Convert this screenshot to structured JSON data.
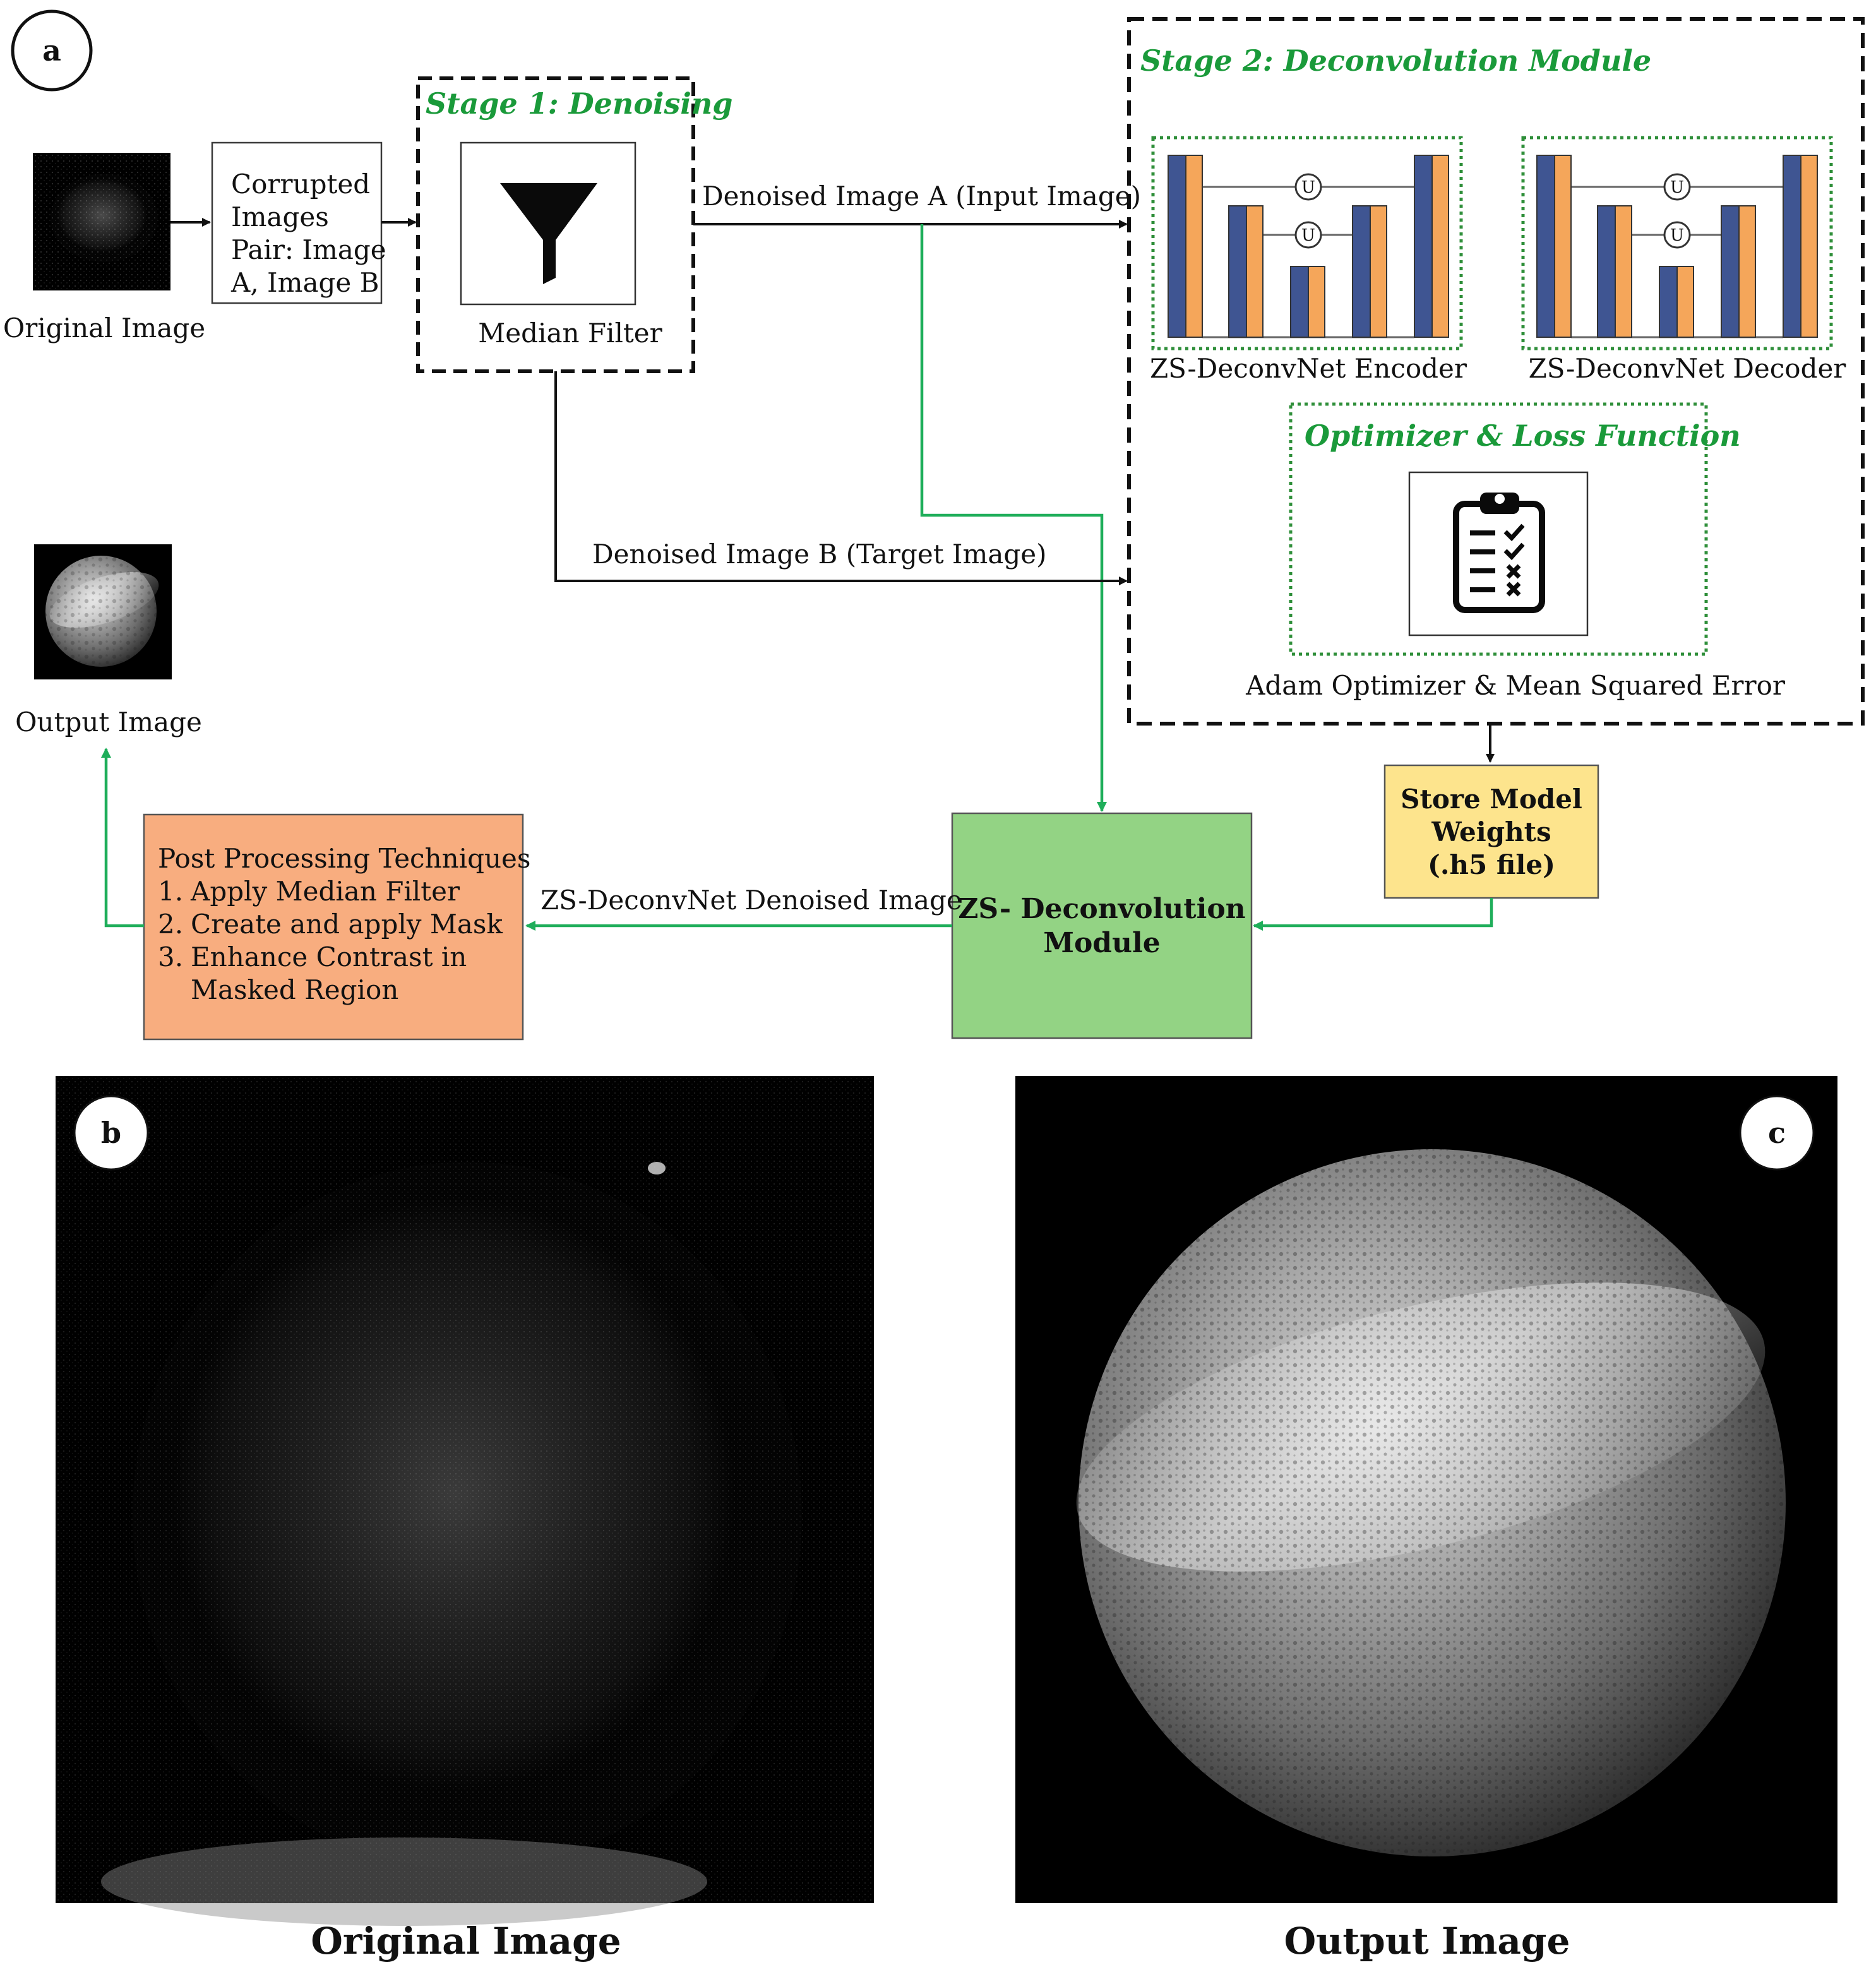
{
  "panel_labels": {
    "a": "a",
    "b": "b",
    "c": "c"
  },
  "inputs": {
    "original_image_label": "Original Image",
    "output_image_label": "Output Image",
    "corrupted_images": [
      "Corrupted",
      "Images",
      "Pair: Image",
      "A, Image B"
    ]
  },
  "stage1": {
    "title": "Stage 1: Denoising",
    "filter_label": "Median Filter",
    "icon": "funnel-icon"
  },
  "arrows": {
    "denoised_a": "Denoised Image A (Input Image)",
    "denoised_b": "Denoised Image B (Target Image)",
    "zs_denoised": "ZS-DeconvNet Denoised Image"
  },
  "stage2": {
    "title": "Stage 2: Deconvolution Module",
    "encoder_label": "ZS-DeconvNet Encoder",
    "decoder_label": "ZS-DeconvNet Decoder",
    "optimizer_title": "Optimizer & Loss Function",
    "optimizer_caption": "Adam Optimizer & Mean Squared Error",
    "optimizer_icon": "clipboard-checklist-icon",
    "unet_node_symbol": "U"
  },
  "store_weights": [
    "Store Model",
    "Weights",
    "(.h5 file)"
  ],
  "zs_module": [
    "ZS- Deconvolution",
    "Module"
  ],
  "post_processing": {
    "title": "Post Processing Techniques",
    "steps": [
      {
        "num": "1.",
        "text": "Apply Median Filter"
      },
      {
        "num": "2.",
        "text": "Create and apply Mask"
      },
      {
        "num": "3.",
        "text": "Enhance Contrast in"
      },
      {
        "num": "",
        "text": "Masked Region"
      }
    ]
  },
  "bottom": {
    "left_caption": "Original Image",
    "right_caption": "Output Image"
  },
  "colors": {
    "green_arrow": "#1fae5a",
    "stage_green": "#1a9a3a",
    "bar_blue": "#3f5592",
    "bar_orange": "#f5a65a",
    "store_yellow": "#fde48d",
    "zs_green": "#93d384",
    "post_orange": "#f8ad7f"
  }
}
